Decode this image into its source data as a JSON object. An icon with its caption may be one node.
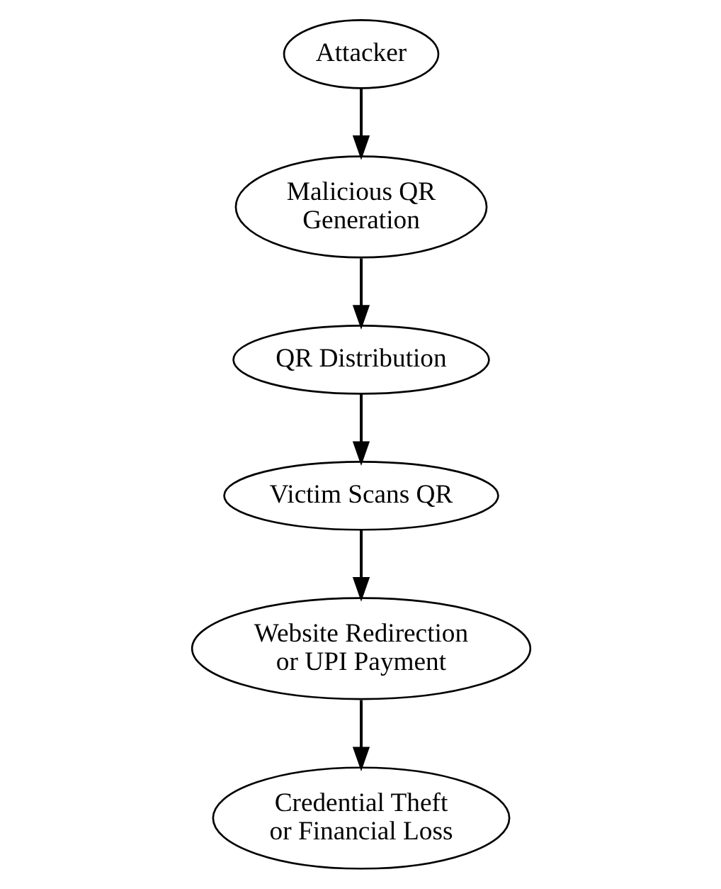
{
  "diagram": {
    "nodes": [
      {
        "text": [
          "Attacker"
        ]
      },
      {
        "text": [
          "Malicious QR Generation"
        ]
      },
      {
        "text": [
          "QR Distribution"
        ]
      },
      {
        "text": [
          "Victim Scans QR"
        ]
      },
      {
        "text": [
          "Website Redirection or UPI Payment"
        ]
      },
      {
        "text": [
          "Credential Theft or Financial Loss"
        ]
      }
    ],
    "edges": [
      {
        "from": 0,
        "to": 1,
        "arrow": "to"
      },
      {
        "from": 1,
        "to": 2,
        "arrow": "to"
      },
      {
        "from": 2,
        "to": 3,
        "arrow": "to"
      },
      {
        "from": 3,
        "to": 4,
        "arrow": "to"
      },
      {
        "from": 4,
        "to": 5,
        "arrow": "to"
      }
    ]
  }
}
